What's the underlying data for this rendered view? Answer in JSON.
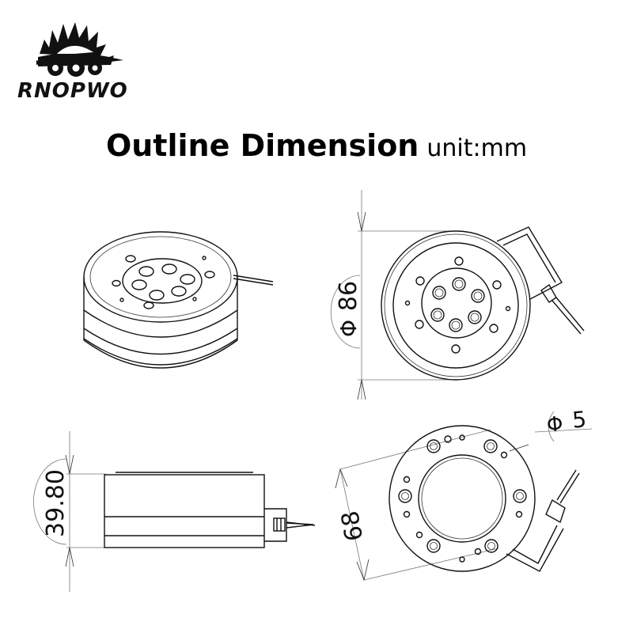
{
  "brand": {
    "name": "RNOPWO"
  },
  "header": {
    "title": "Outline Dimension",
    "unit": "unit:mm"
  },
  "dimensions": {
    "front_diameter": "86",
    "front_diameter_symbol": "Φ",
    "height": "39.80",
    "mount_diameter": "68",
    "hole_diameter": "5",
    "hole_diameter_symbol": "Φ"
  }
}
